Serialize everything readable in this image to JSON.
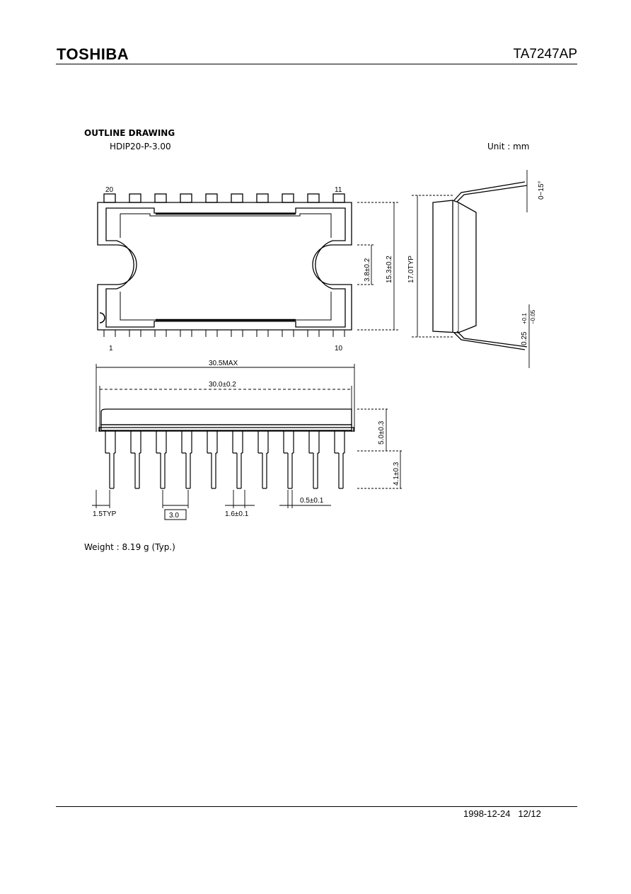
{
  "header": {
    "brand": "TOSHIBA",
    "part_number": "TA7247AP"
  },
  "section": {
    "title": "OUTLINE DRAWING",
    "package": "HDIP20-P-3.00",
    "unit": "Unit : mm"
  },
  "drawing": {
    "pin_labels": {
      "top_left": "20",
      "top_right": "11",
      "bottom_left": "1",
      "bottom_right": "10"
    },
    "dims": {
      "overall_max": "30.5MAX",
      "body_length": "30.0±0.2",
      "hole": "3.8±0.2",
      "body_width": "15.3±0.2",
      "lead_span": "17.0TYP",
      "angle": "0~15°",
      "lead_thickness": "0.25",
      "lead_tol_plus": "+0.1",
      "lead_tol_minus": "−0.05",
      "body_height": "5.0±0.3",
      "lead_length": "4.1±0.3",
      "first_pitch": "1.5TYP",
      "pitch": "3.0",
      "lead_width_wide": "1.6±0.1",
      "lead_width": "0.5±0.1"
    }
  },
  "weight": "Weight : 8.19 g (Typ.)",
  "footer": {
    "date": "1998-12-24",
    "page": "12/12"
  }
}
